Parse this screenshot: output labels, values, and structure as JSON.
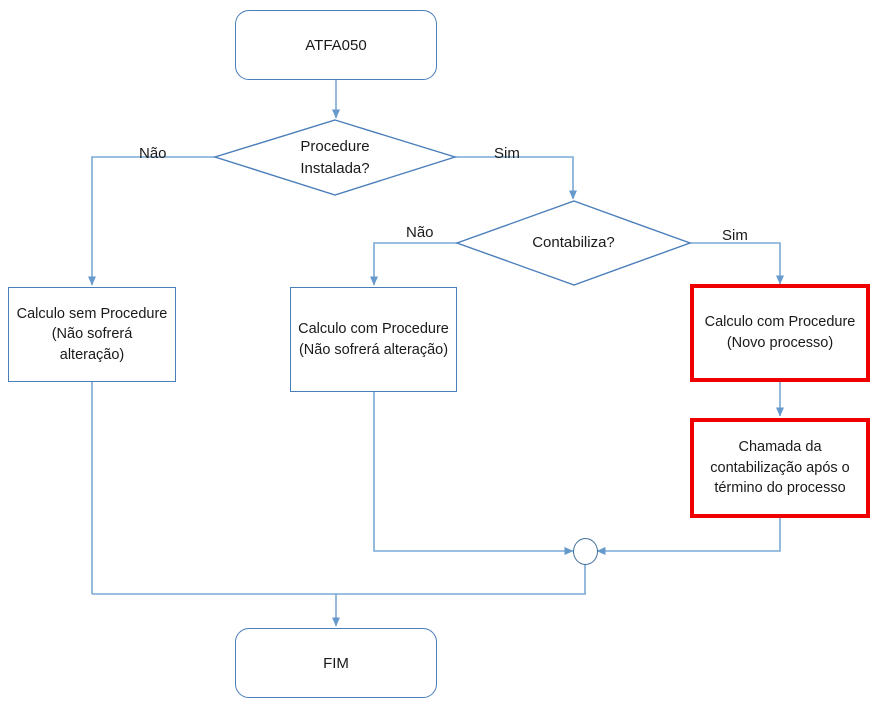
{
  "diagram": {
    "title": "ATFA050 process flow",
    "colors": {
      "line": "#7aaad6",
      "shape_border": "#4a7ebb",
      "highlight_border": "#ee0000",
      "text": "#1a1a1a",
      "background": "#ffffff"
    },
    "nodes": {
      "start": {
        "label": "ATFA050",
        "type": "terminal"
      },
      "decision_procedure": {
        "label": "Procedure\nInstalada?",
        "line1": "Procedure",
        "line2": "Instalada?",
        "type": "decision"
      },
      "decision_contabiliza": {
        "label": "Contabiliza?",
        "type": "decision"
      },
      "calc_sem_procedure": {
        "line1": "Calculo sem Procedure",
        "line2": "(Não sofrerá",
        "line3": "alteração)",
        "type": "process"
      },
      "calc_com_procedure_sem_alteracao": {
        "line1": "Calculo com Procedure",
        "line2": "(Não sofrerá alteração)",
        "type": "process"
      },
      "calc_com_procedure_novo": {
        "line1": "Calculo com Procedure",
        "line2": "(Novo processo)",
        "type": "process",
        "highlighted": true
      },
      "chamada_contabilizacao": {
        "line1": "Chamada da",
        "line2": "contabilização após o",
        "line3": "término do processo",
        "type": "process",
        "highlighted": true
      },
      "merge": {
        "label": "",
        "type": "connector"
      },
      "end": {
        "label": "FIM",
        "type": "terminal"
      }
    },
    "edge_labels": {
      "procedure_nao": "Não",
      "procedure_sim": "Sim",
      "contabiliza_nao": "Não",
      "contabiliza_sim": "Sim"
    }
  }
}
